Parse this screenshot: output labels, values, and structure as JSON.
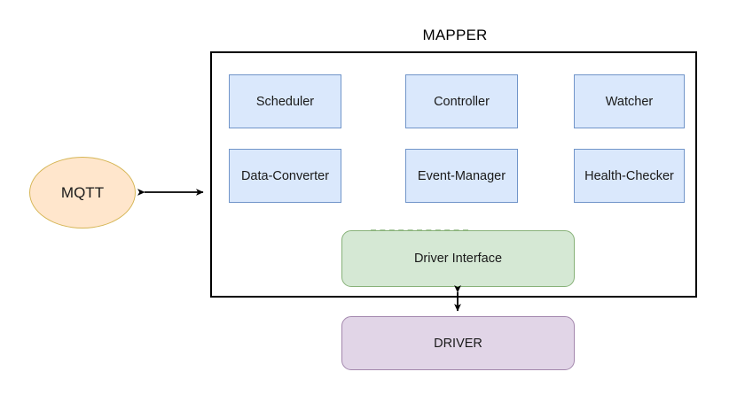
{
  "diagram": {
    "title": "MAPPER",
    "external_node": {
      "label": "MQTT",
      "shape": "ellipse",
      "fill": "#ffe6cc",
      "stroke": "#d6b656"
    },
    "container": {
      "label": "MAPPER",
      "stroke": "#000000"
    },
    "components": [
      {
        "label": "Scheduler",
        "fill": "#dae8fc",
        "stroke": "#7195c9"
      },
      {
        "label": "Controller",
        "fill": "#dae8fc",
        "stroke": "#7195c9"
      },
      {
        "label": "Watcher",
        "fill": "#dae8fc",
        "stroke": "#7195c9"
      },
      {
        "label": "Data-Converter",
        "fill": "#dae8fc",
        "stroke": "#7195c9"
      },
      {
        "label": "Event-Manager",
        "fill": "#dae8fc",
        "stroke": "#7195c9"
      },
      {
        "label": "Health-Checker",
        "fill": "#dae8fc",
        "stroke": "#7195c9"
      }
    ],
    "driver_interface": {
      "label": "Driver Interface",
      "fill": "#d5e8d4",
      "stroke": "#87b178"
    },
    "driver": {
      "label": "DRIVER",
      "fill": "#e1d5e7",
      "stroke": "#a387ad"
    },
    "connectors": [
      {
        "name": "mqtt-to-mapper",
        "from": "MQTT",
        "to": "MAPPER",
        "style": "double-arrow",
        "orientation": "horizontal"
      },
      {
        "name": "driver-interface-to-driver",
        "from": "Driver Interface",
        "to": "DRIVER",
        "style": "double-arrow",
        "orientation": "vertical"
      }
    ]
  }
}
